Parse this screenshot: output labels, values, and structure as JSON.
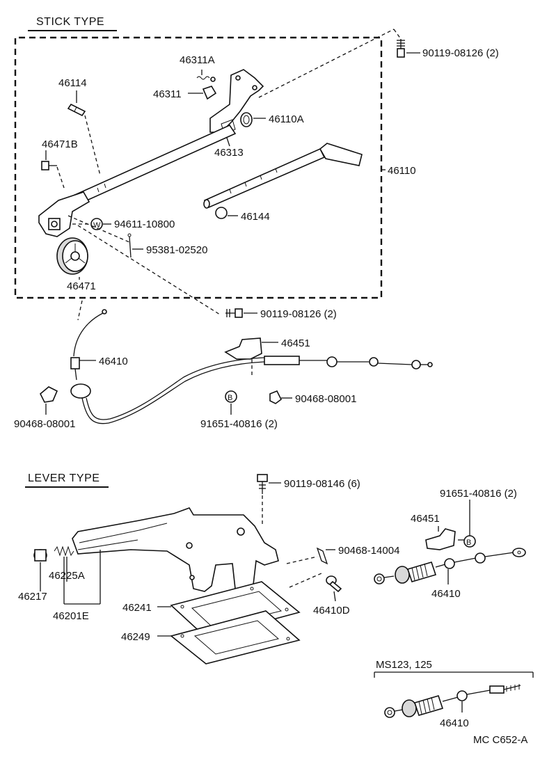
{
  "sections": {
    "stick_type": "STICK  TYPE",
    "lever_type": "LEVER  TYPE",
    "ms_models": "MS123, 125"
  },
  "stick_labels": {
    "p90119_08126_top": "90119-08126 (2)",
    "p46311A": "46311A",
    "p46311": "46311",
    "p46110A": "46110A",
    "p46114": "46114",
    "p46313": "46313",
    "p46471B": "46471B",
    "p46110": "46110",
    "p46144": "46144",
    "p94611_10800": "94611-10800",
    "p95381_02520": "95381-02520",
    "p46471": "46471",
    "p90119_08126_bottom": "90119-08126 (2)",
    "p46451": "46451",
    "p46410": "46410",
    "p90468_08001_right": "90468-08001",
    "p90468_08001_left": "90468-08001",
    "p91651_40816": "91651-40816 (2)",
    "washer_w": "W",
    "clamp_b": "B"
  },
  "lever_labels": {
    "p90119_08146": "90119-08146 (6)",
    "p91651_40816": "91651-40816 (2)",
    "p46451": "46451",
    "p90468_14004": "90468-14004",
    "p46225A": "46225A",
    "p46217": "46217",
    "p46201E": "46201E",
    "p46241": "46241",
    "p46249": "46249",
    "p46410D": "46410D",
    "p46410": "46410",
    "clamp_b": "B"
  },
  "ms_labels": {
    "p46410": "46410"
  },
  "drawing_code": "MC  C652-A"
}
